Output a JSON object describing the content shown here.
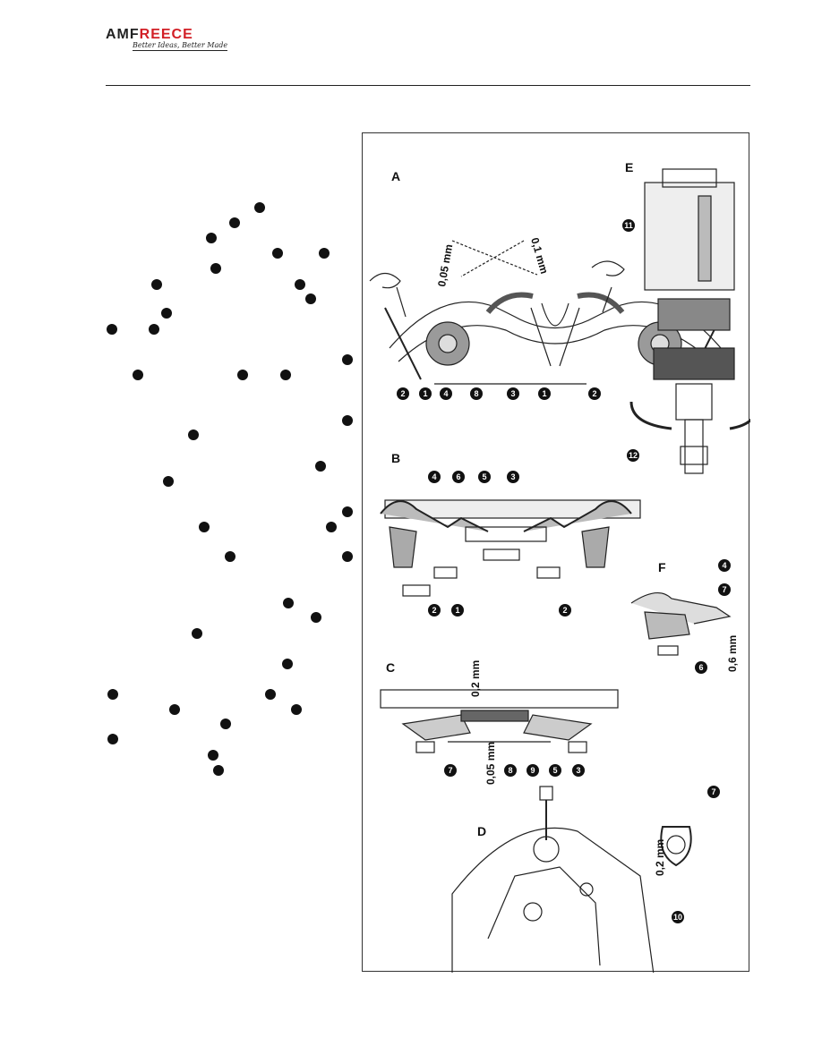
{
  "header": {
    "brand_amf": "AMF",
    "brand_reece": "REECE",
    "tagline": "Better Ideas, Better Made"
  },
  "figure": {
    "panel_labels": [
      "A",
      "B",
      "C",
      "D",
      "E",
      "F"
    ],
    "dimensions": [
      "0,05 mm",
      "0,1 mm",
      "0,2 mm",
      "0,05 mm",
      "0,6 mm",
      "0,2 mm"
    ],
    "callouts": {
      "A": [
        "2",
        "1",
        "4",
        "8",
        "3",
        "1",
        "2"
      ],
      "B_top": [
        "4",
        "6",
        "5",
        "3"
      ],
      "B_bottom": [
        "2",
        "1",
        "2"
      ],
      "C": [
        "7",
        "8",
        "9",
        "5",
        "3"
      ],
      "D": [
        "7",
        "10"
      ],
      "E": [
        "11",
        "12"
      ],
      "F": [
        "4",
        "7",
        "6"
      ]
    }
  },
  "colors": {
    "brand_red": "#d21f26",
    "ink": "#111111"
  }
}
